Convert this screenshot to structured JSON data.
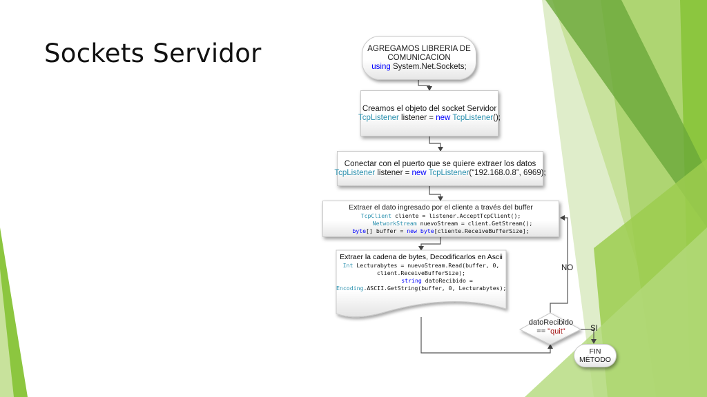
{
  "slide": {
    "title": "Sockets Servidor"
  },
  "theme": {
    "accent_light": "#b9d98a",
    "accent_mid": "#8cc63f",
    "accent_dark": "#5a9a2a",
    "code_type_color": "#2b91af",
    "code_keyword_color": "#0000ff",
    "code_string_color": "#a31515"
  },
  "flowchart": {
    "step1": {
      "line1": "AGREGAMOS LIBRERIA DE",
      "line2": "COMUNICACION",
      "using_kw": "using",
      "using_rest": " System.Net.Sockets;"
    },
    "step2": {
      "line1": "Creamos el objeto  del socket  Servidor",
      "type": "TcpListener",
      "mid": " listener = ",
      "new_kw": "new",
      "type2": " TcpListener",
      "end": "();"
    },
    "step3": {
      "line1": "Conectar con el puerto que se quiere extraer los datos",
      "type": "TcpListener",
      "mid": " listener = ",
      "new_kw": "new",
      "type2": " TcpListener",
      "end": "(“192.168.0.8”, 6969);"
    },
    "step4": {
      "line1": "Extraer el dato ingresado por el cliente a través del buffer",
      "c1_type": "TcpClient",
      "c1_rest": " cliente = listener.AcceptTcpClient();",
      "c2_type": "NetworkStream",
      "c2_rest": " nuevoStream = client.GetStream();",
      "c3_kw": "byte",
      "c3_mid": "[] buffer = ",
      "c3_new": "new",
      "c3_kw2": " byte",
      "c3_end": "[cliente.ReceiveBufferSize];"
    },
    "step5": {
      "line1": "Extraer la cadena de bytes, Decodificarlos en Ascii",
      "c1_kw": "Int",
      "c1_rest": " Lecturabytes = nuevoStream.Read(buffer, 0,",
      "c2": "client.ReceiveBufferSize);",
      "c3_kw": "string",
      "c3_rest": " datoRecibido =",
      "c4_type": "Encoding",
      "c4_rest": ".ASCII.GetString(buffer, 0, Lecturabytes);"
    },
    "decision": {
      "line1": "datoRecibido",
      "line2_pre": "== ",
      "line2_str": "\"quit\""
    },
    "label_no": "NO",
    "label_si": "SI",
    "end": {
      "line1": "FIN",
      "line2": "MÉTODO"
    }
  }
}
